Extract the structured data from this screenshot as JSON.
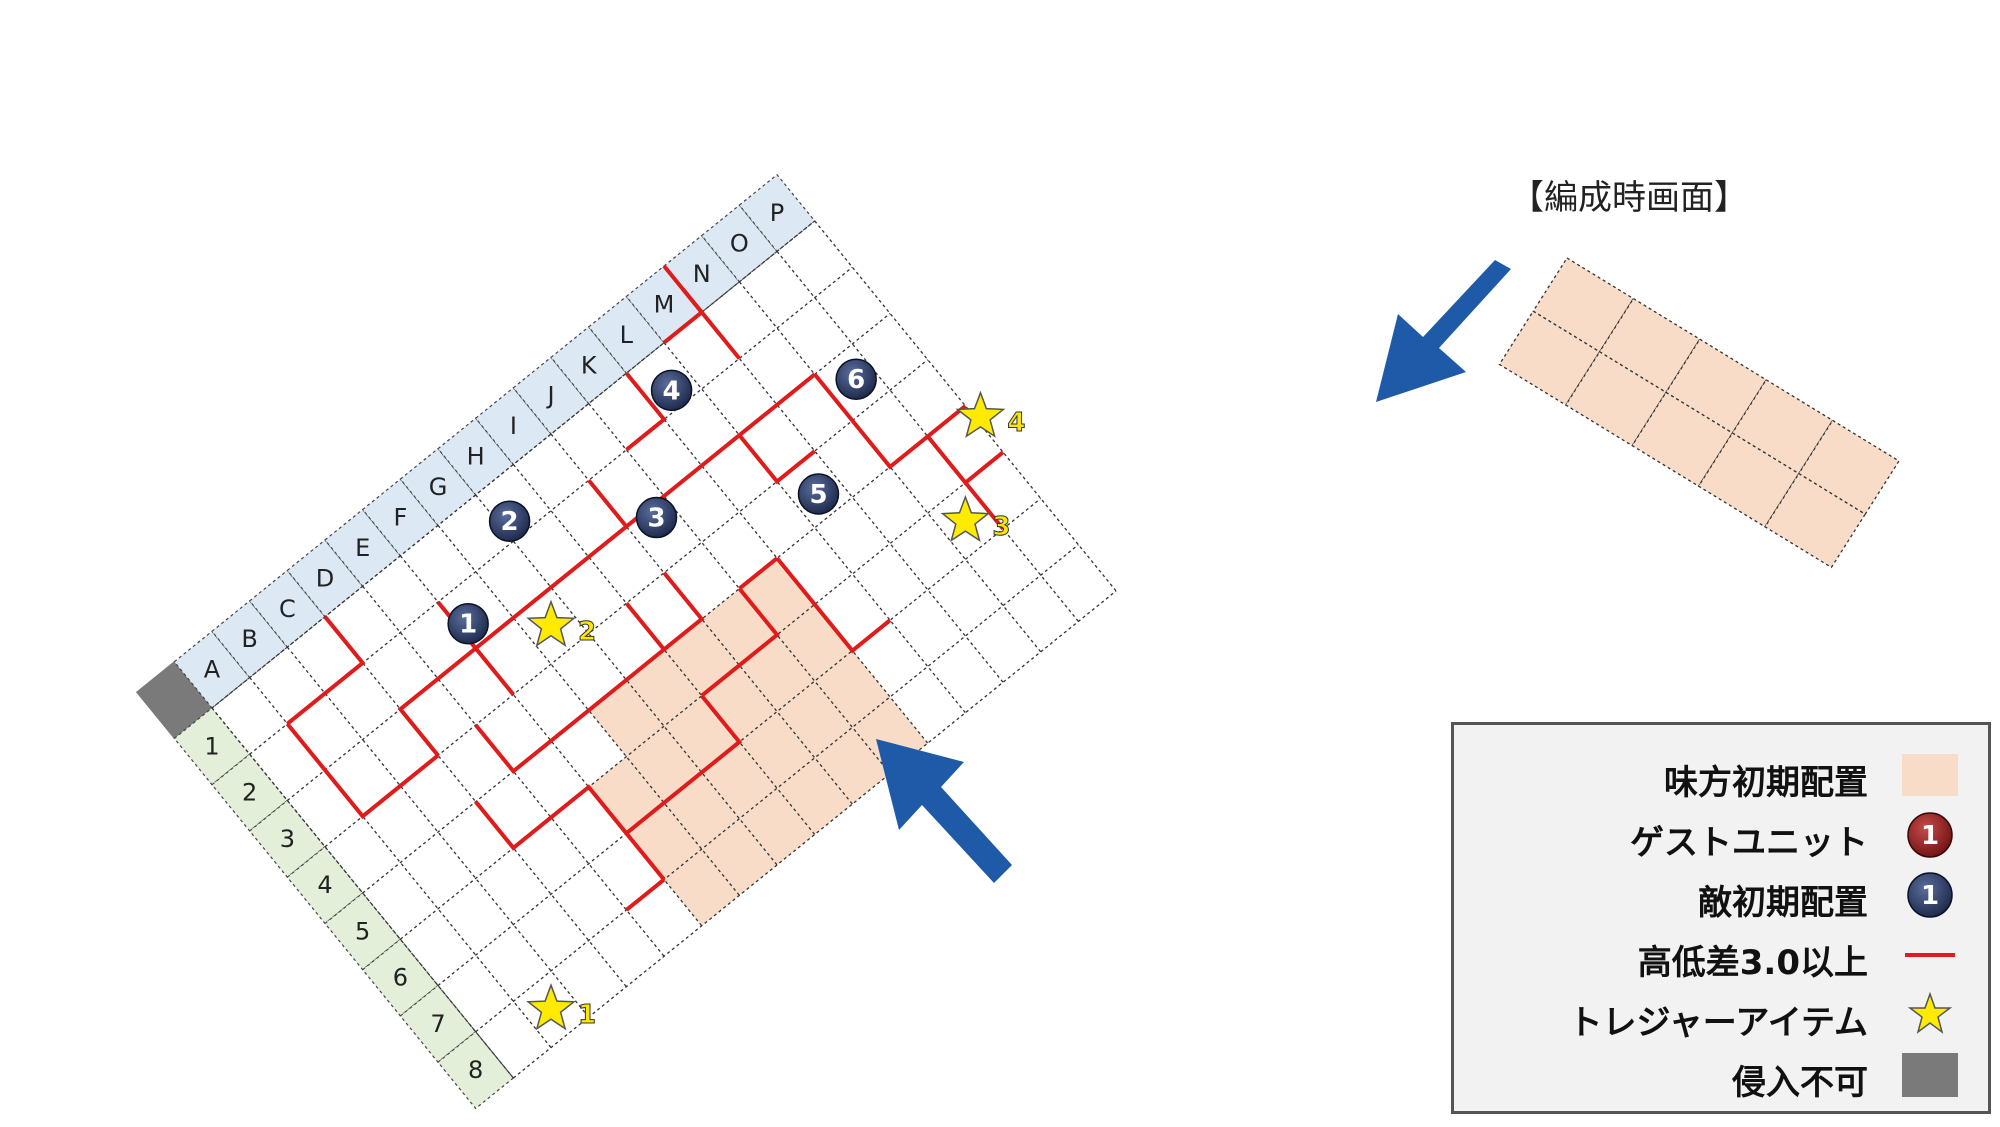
{
  "columns": [
    "A",
    "B",
    "C",
    "D",
    "E",
    "F",
    "G",
    "H",
    "I",
    "J",
    "K",
    "L",
    "M",
    "N",
    "O",
    "P"
  ],
  "rows": [
    "1",
    "2",
    "3",
    "4",
    "5",
    "6",
    "7",
    "8"
  ],
  "formation_label": "【編成時画面】",
  "enemies": [
    {
      "number": "1",
      "label": "❶",
      "col": 5.2,
      "row": 1.6
    },
    {
      "number": "2",
      "label": "❷",
      "col": 7.2,
      "row": 0.7
    },
    {
      "number": "3",
      "label": "❸",
      "col": 9.6,
      "row": 2.2
    },
    {
      "number": "4",
      "label": "❹",
      "col": 11.5,
      "row": 0.7
    },
    {
      "number": "5",
      "label": "❺",
      "col": 12.5,
      "row": 3.6
    },
    {
      "number": "6",
      "label": "❻",
      "col": 14.6,
      "row": 2.5
    }
  ],
  "treasures": [
    {
      "number": "1",
      "col": 1.5,
      "row": 7.5
    },
    {
      "number": "2",
      "col": 6.5,
      "row": 2.5
    },
    {
      "number": "3",
      "col": 14.5,
      "row": 5.5
    },
    {
      "number": "4",
      "col": 16.1,
      "row": 4.3
    }
  ],
  "legend": [
    {
      "key": "ally",
      "label": "味方初期配置"
    },
    {
      "key": "guest",
      "label": "ゲストユニット",
      "symbol": "❶"
    },
    {
      "key": "enemy",
      "label": "敵初期配置",
      "symbol": "❶"
    },
    {
      "key": "height",
      "label": "高低差3.0以上"
    },
    {
      "key": "treasure",
      "label": "トレジャーアイテム",
      "symbol": "★"
    },
    {
      "key": "blocked",
      "label": "侵入不可"
    }
  ],
  "colors": {
    "ally": "#f8dcc8",
    "column_header": "#dce9f5",
    "row_header": "#e3efd8",
    "blocked": "#7a7a7a",
    "height_line": "#e01b1b",
    "enemy": "#253560",
    "guest": "#8b1a1a",
    "treasure": "#ffeb00",
    "arrow": "#1f5aa8"
  }
}
